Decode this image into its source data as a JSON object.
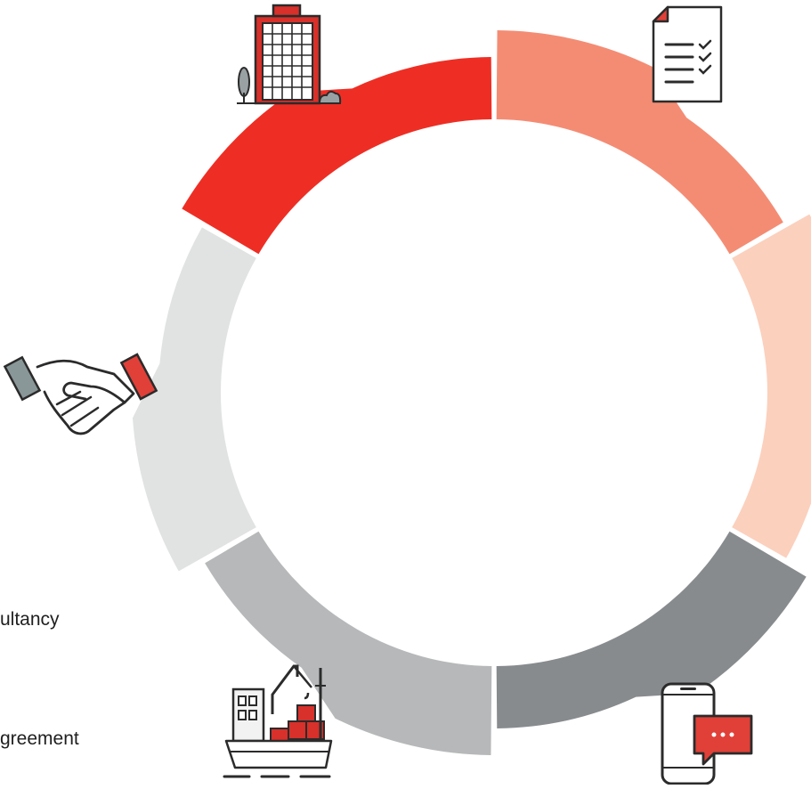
{
  "segments": [
    {
      "id": "top-right",
      "color": "#f48c74"
    },
    {
      "id": "right",
      "color": "#fbd0bd"
    },
    {
      "id": "bottom-right",
      "color": "#888b8e"
    },
    {
      "id": "bottom-left",
      "color": "#b6b8b9"
    },
    {
      "id": "left",
      "color": "#e1e2e2"
    },
    {
      "id": "top-left",
      "color": "#ee2e24"
    }
  ],
  "icons": [
    {
      "name": "office-building-icon"
    },
    {
      "name": "checklist-document-icon"
    },
    {
      "name": "handshake-icon"
    },
    {
      "name": "cargo-ship-crane-icon"
    },
    {
      "name": "phone-chat-icon"
    }
  ],
  "texts": {
    "line1": "ultancy",
    "line2": "greement"
  }
}
